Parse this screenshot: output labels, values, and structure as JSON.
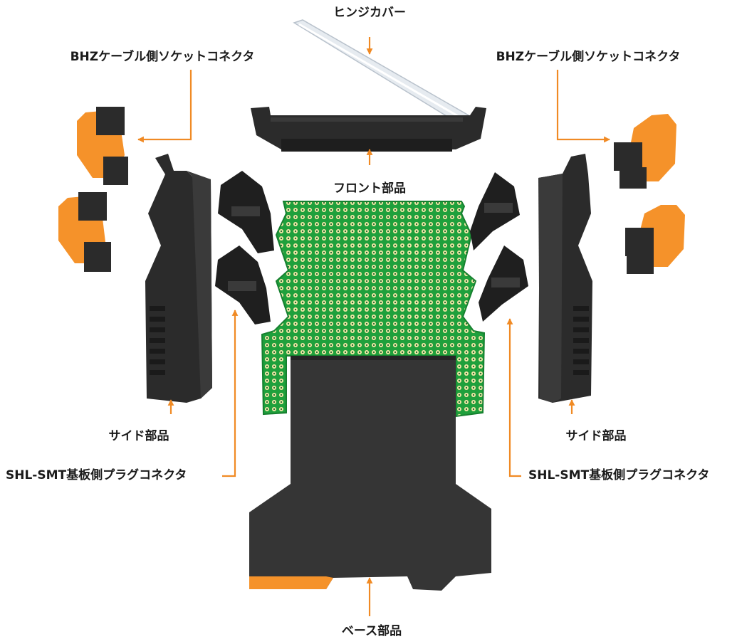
{
  "labels": {
    "hinge_cover": "ヒンジカバー",
    "bhz_socket_left": "BHZケーブル側ソケットコネクタ",
    "bhz_socket_right": "BHZケーブル側ソケットコネクタ",
    "front_part": "フロント部品",
    "side_part_left": "サイド部品",
    "side_part_right": "サイド部品",
    "shl_smt_plug_left": "SHL-SMT基板側プラグコネクタ",
    "shl_smt_plug_right": "SHL-SMT基板側プラグコネクタ",
    "base_part": "ベース部品"
  },
  "colors": {
    "arrow": "#f08a24",
    "body_dark": "#2b2b2b",
    "body_mid": "#3a3a3a",
    "connector_orange": "#f5922a",
    "pcb_green": "#1fa03c",
    "pcb_hole": "#f3e9a8",
    "hinge_clear": "#e6ebf0"
  }
}
